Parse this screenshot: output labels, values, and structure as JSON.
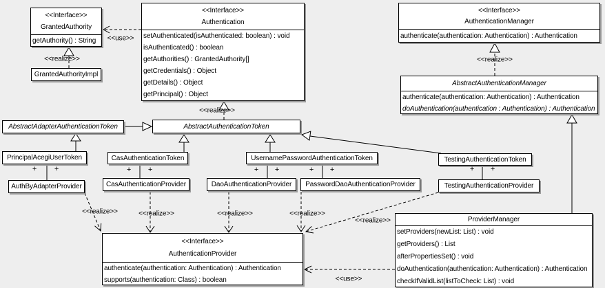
{
  "symbols": {
    "use": "<<use>>",
    "realize": "<<realize>>",
    "plus": "+"
  },
  "classes": {
    "granted_authority": {
      "stereotype": "<<Interface>>",
      "name": "GrantedAuthority",
      "methods": [
        "getAuthority() : String"
      ]
    },
    "granted_authority_impl": {
      "name": "GrantedAuthorityImpl"
    },
    "authentication": {
      "stereotype": "<<Interface>>",
      "name": "Authentication",
      "methods": [
        "setAuthenticated(isAuthenticated: boolean) : void",
        "isAuthenticated() : boolean",
        "getAuthorities() : GrantedAuthority[]",
        "getCredentials() : Object",
        "getDetails() : Object",
        "getPrincipal() : Object"
      ]
    },
    "authentication_manager": {
      "stereotype": "<<Interface>>",
      "name": "AuthenticationManager",
      "methods": [
        "authenticate(authentication: Authentication) : Authentication"
      ]
    },
    "abstract_authentication_manager": {
      "name": "AbstractAuthenticationManager",
      "methods": [
        "authenticate(authentication: Authentication) : Authentication",
        "doAuthentication(authentication : Authentication) : Authentication"
      ]
    },
    "abstract_adapter_authentication_token": {
      "name": "AbstractAdapterAuthenticationToken"
    },
    "abstract_authentication_token": {
      "name": "AbstractAuthenticationToken"
    },
    "principal_acegi_user_token": {
      "name": "PrincipalAcegiUserToken"
    },
    "cas_authentication_token": {
      "name": "CasAuthenticationToken"
    },
    "username_password_authentication_token": {
      "name": "UsernamePasswordAuthenticationToken"
    },
    "testing_authentication_token": {
      "name": "TestingAuthenticationToken"
    },
    "auth_by_adapter_provider": {
      "name": "AuthByAdapterProvider"
    },
    "cas_authentication_provider": {
      "name": "CasAuthenticationProvider"
    },
    "dao_authentication_provider": {
      "name": "DaoAuthenticationProvider"
    },
    "password_dao_authentication_provider": {
      "name": "PasswordDaoAuthenticationProvider"
    },
    "testing_authentication_provider": {
      "name": "TestingAuthenticationProvider"
    },
    "provider_manager": {
      "name": "ProviderManager",
      "methods": [
        "setProviders(newList: List) : void",
        "getProviders() : List",
        "afterPropertiesSet() : void",
        "doAuthentication(authentication: Authentication) : Authentication",
        "checkIfValidList(listToCheck: List) : void"
      ]
    },
    "authentication_provider": {
      "stereotype": "<<Interface>>",
      "name": "AuthenticationProvider",
      "methods": [
        "authenticate(authentication: Authentication) : Authentication",
        "supports(authentication: Class) : boolean"
      ]
    }
  },
  "relationships": [
    {
      "from": "GrantedAuthorityImpl",
      "to": "GrantedAuthority",
      "type": "realize"
    },
    {
      "from": "Authentication",
      "to": "GrantedAuthority",
      "type": "use"
    },
    {
      "from": "AbstractAuthenticationToken",
      "to": "Authentication",
      "type": "realize"
    },
    {
      "from": "AbstractAuthenticationManager",
      "to": "AuthenticationManager",
      "type": "realize"
    },
    {
      "from": "AbstractAdapterAuthenticationToken",
      "to": "AbstractAuthenticationToken",
      "type": "generalization"
    },
    {
      "from": "PrincipalAcegiUserToken",
      "to": "AbstractAdapterAuthenticationToken",
      "type": "generalization"
    },
    {
      "from": "CasAuthenticationToken",
      "to": "AbstractAuthenticationToken",
      "type": "generalization"
    },
    {
      "from": "UsernamePasswordAuthenticationToken",
      "to": "AbstractAuthenticationToken",
      "type": "generalization"
    },
    {
      "from": "TestingAuthenticationToken",
      "to": "AbstractAuthenticationToken",
      "type": "generalization"
    },
    {
      "from": "ProviderManager",
      "to": "AbstractAuthenticationManager",
      "type": "generalization"
    },
    {
      "from": "PrincipalAcegiUserToken",
      "to": "AuthByAdapterProvider",
      "type": "association",
      "multiplicity": "+ / +"
    },
    {
      "from": "CasAuthenticationToken",
      "to": "CasAuthenticationProvider",
      "type": "association",
      "multiplicity": "+ / +"
    },
    {
      "from": "UsernamePasswordAuthenticationToken",
      "to": "DaoAuthenticationProvider",
      "type": "association",
      "multiplicity": "+ / +"
    },
    {
      "from": "UsernamePasswordAuthenticationToken",
      "to": "PasswordDaoAuthenticationProvider",
      "type": "association",
      "multiplicity": "+ / +"
    },
    {
      "from": "TestingAuthenticationToken",
      "to": "TestingAuthenticationProvider",
      "type": "association",
      "multiplicity": "+ / +"
    },
    {
      "from": "AuthByAdapterProvider",
      "to": "AuthenticationProvider",
      "type": "realize"
    },
    {
      "from": "CasAuthenticationProvider",
      "to": "AuthenticationProvider",
      "type": "realize"
    },
    {
      "from": "DaoAuthenticationProvider",
      "to": "AuthenticationProvider",
      "type": "realize"
    },
    {
      "from": "PasswordDaoAuthenticationProvider",
      "to": "AuthenticationProvider",
      "type": "realize"
    },
    {
      "from": "TestingAuthenticationProvider",
      "to": "AuthenticationProvider",
      "type": "realize"
    },
    {
      "from": "ProviderManager",
      "to": "AuthenticationProvider",
      "type": "use"
    }
  ]
}
